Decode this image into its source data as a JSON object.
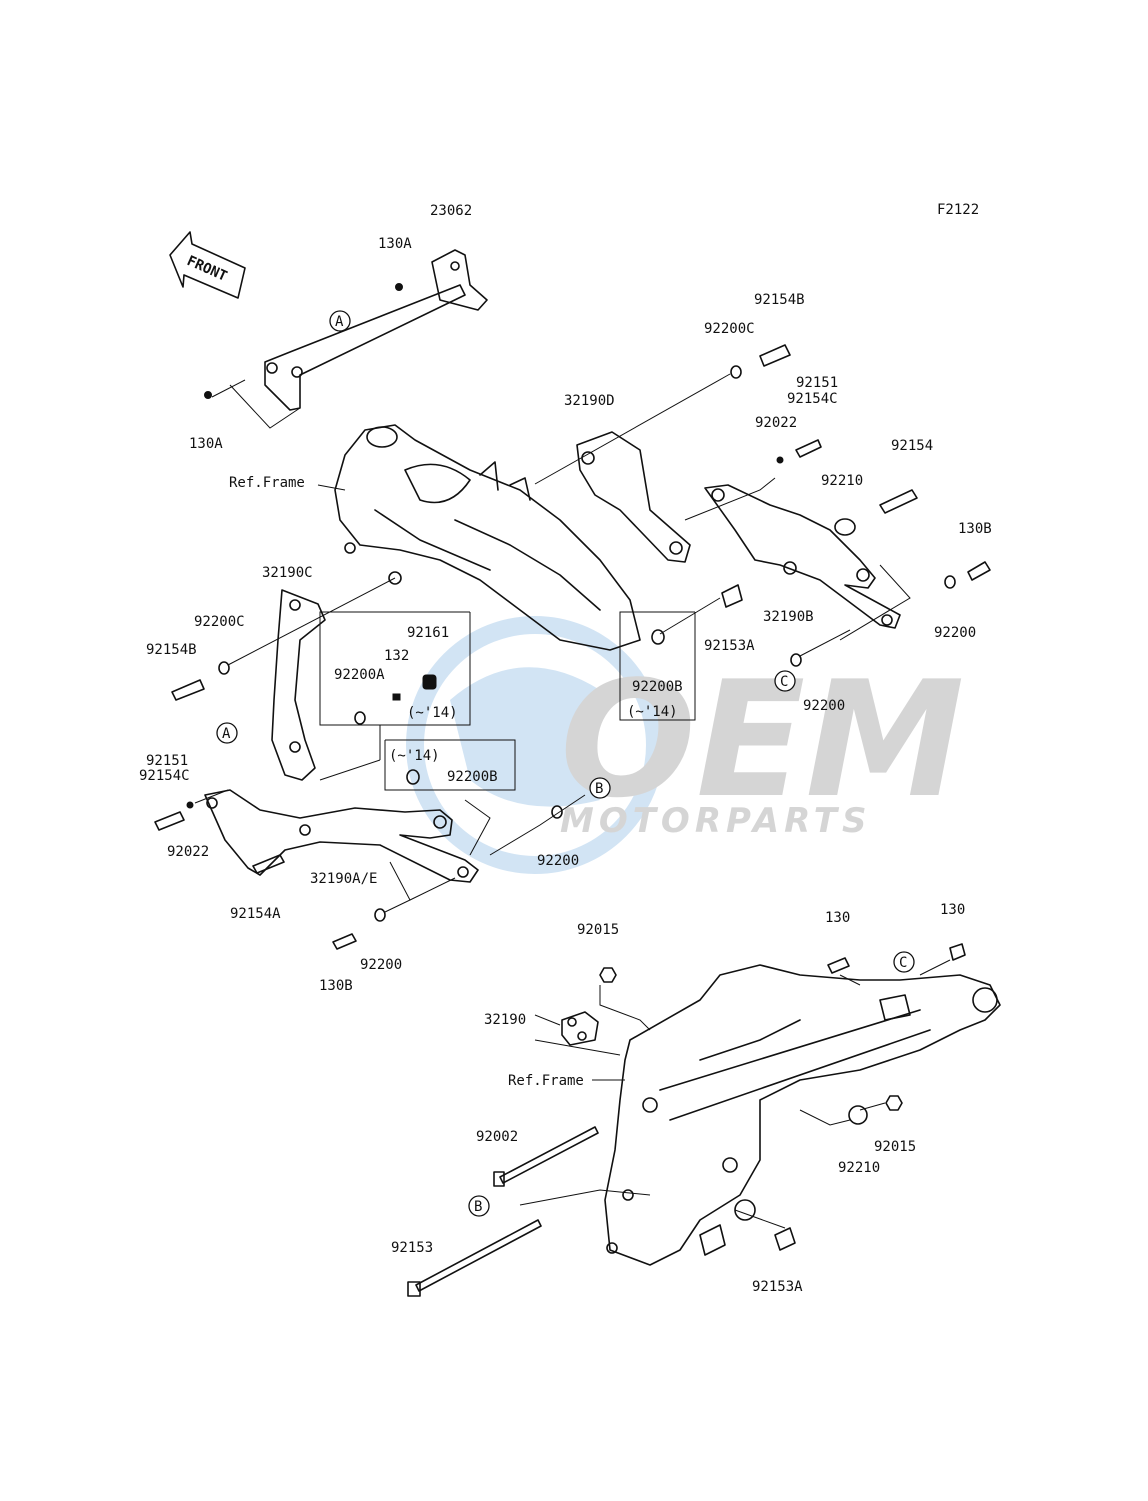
{
  "diagram_code": "F2122",
  "front_arrow_text": "FRONT",
  "watermark": {
    "brand": "OEM",
    "tagline": "MOTORPARTS"
  },
  "callouts": {
    "p23062": "23062",
    "p130A_top": "130A",
    "p130A_left": "130A",
    "p92154B_right": "92154B",
    "p92200C_right": "92200C",
    "p32190D": "32190D",
    "p92151_right": "92151",
    "p92154C_right": "92154C",
    "p92022_right": "92022",
    "p92154": "92154",
    "p92210_upper": "92210",
    "p130B_right": "130B",
    "p32190B": "32190B",
    "p92200_right": "92200",
    "p92153A_upper": "92153A",
    "p92200B_upper": "92200B",
    "p14_upper_right": "(~'14)",
    "p92200_mid": "92200",
    "ref_frame_upper": "Ref.Frame",
    "p32190C": "32190C",
    "p92200C_left": "92200C",
    "p92154B_left": "92154B",
    "p92161": "92161",
    "p132": "132",
    "p92200A": "92200A",
    "p14_mid": "(~'14)",
    "p14_lower": "(~'14)",
    "p92200B_lower": "92200B",
    "p92151_left": "92151",
    "p92154C_left": "92154C",
    "p92022_left": "92022",
    "p32190AE": "32190A/E",
    "p92154A": "92154A",
    "p92200_lower_mid": "92200",
    "p92200_bottom": "92200",
    "p130B_left": "130B",
    "p92015_left": "92015",
    "p130_mid": "130",
    "p130_right": "130",
    "p32190": "32190",
    "ref_frame_lower": "Ref.Frame",
    "p92002": "92002",
    "p92210_lower": "92210",
    "p92015_right": "92015",
    "p92153": "92153",
    "p92153A_lower": "92153A"
  },
  "ref_markers": {
    "A": "A",
    "B": "B",
    "C": "C"
  }
}
